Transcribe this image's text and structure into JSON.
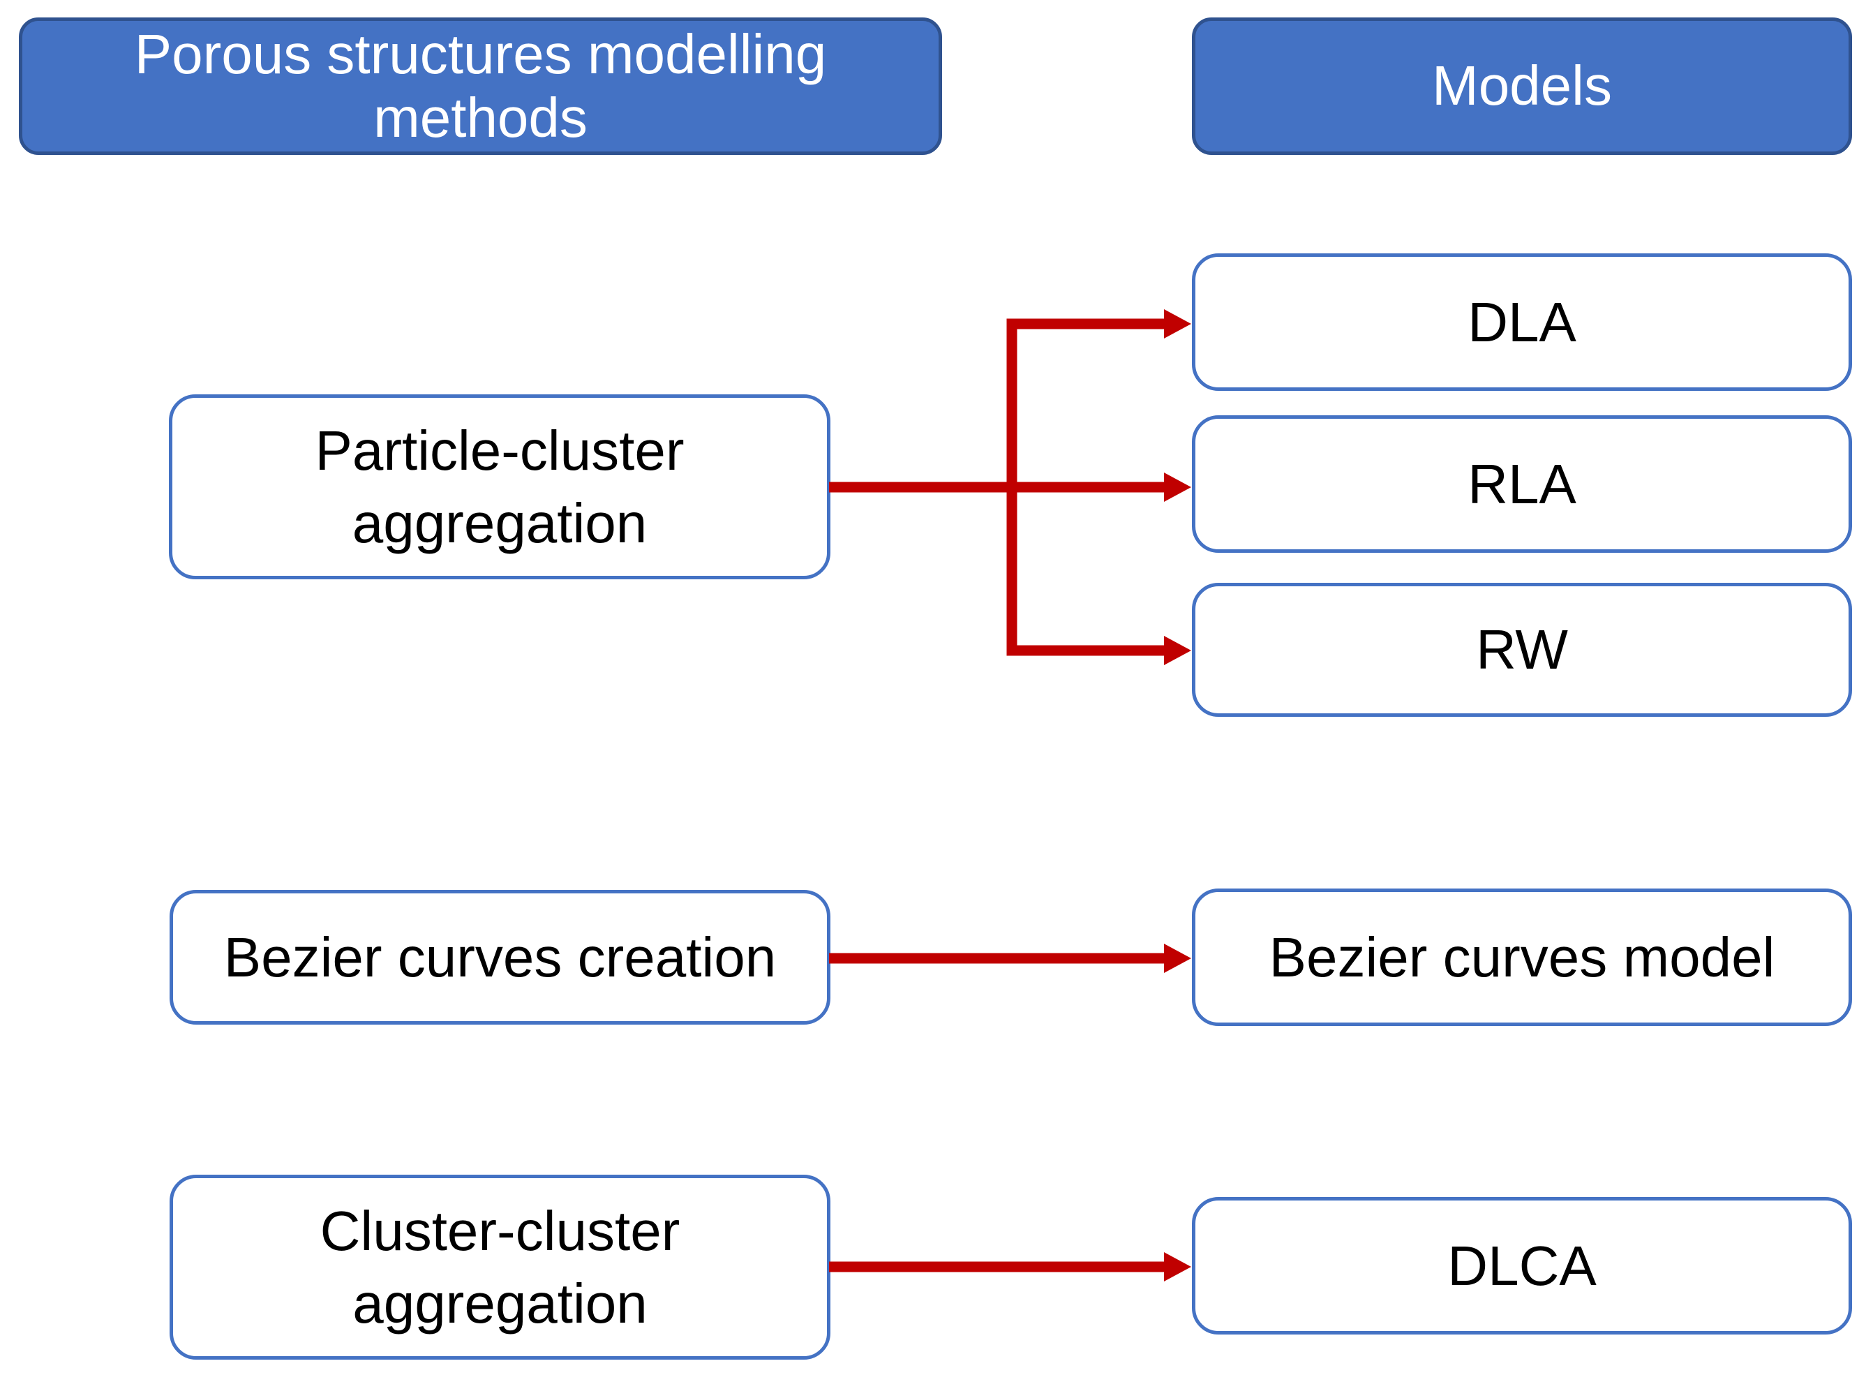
{
  "colors": {
    "header_fill": "#4472C4",
    "header_border": "#2F528F",
    "box_border": "#4472C4",
    "box_fill": "#FFFFFF",
    "arrow": "#C00000",
    "header_text": "#FFFFFF",
    "box_text": "#000000"
  },
  "headers": {
    "methods": {
      "label": "Porous structures modelling\nmethods"
    },
    "models": {
      "label": "Models"
    }
  },
  "method_nodes": [
    {
      "id": "particle-cluster-aggregation",
      "label": "Particle-cluster\naggregation"
    },
    {
      "id": "bezier-curves-creation",
      "label": "Bezier curves creation"
    },
    {
      "id": "cluster-cluster-aggregation",
      "label": "Cluster-cluster\naggregation"
    }
  ],
  "model_nodes": [
    {
      "id": "dla",
      "label": "DLA"
    },
    {
      "id": "rla",
      "label": "RLA"
    },
    {
      "id": "rw",
      "label": "RW"
    },
    {
      "id": "bezier-curves-model",
      "label": "Bezier curves model"
    },
    {
      "id": "dlca",
      "label": "DLCA"
    }
  ],
  "connections": [
    {
      "from": "Particle-cluster aggregation",
      "to": "DLA"
    },
    {
      "from": "Particle-cluster aggregation",
      "to": "RLA"
    },
    {
      "from": "Particle-cluster aggregation",
      "to": "RW"
    },
    {
      "from": "Bezier curves creation",
      "to": "Bezier curves model"
    },
    {
      "from": "Cluster-cluster aggregation",
      "to": "DLCA"
    }
  ]
}
